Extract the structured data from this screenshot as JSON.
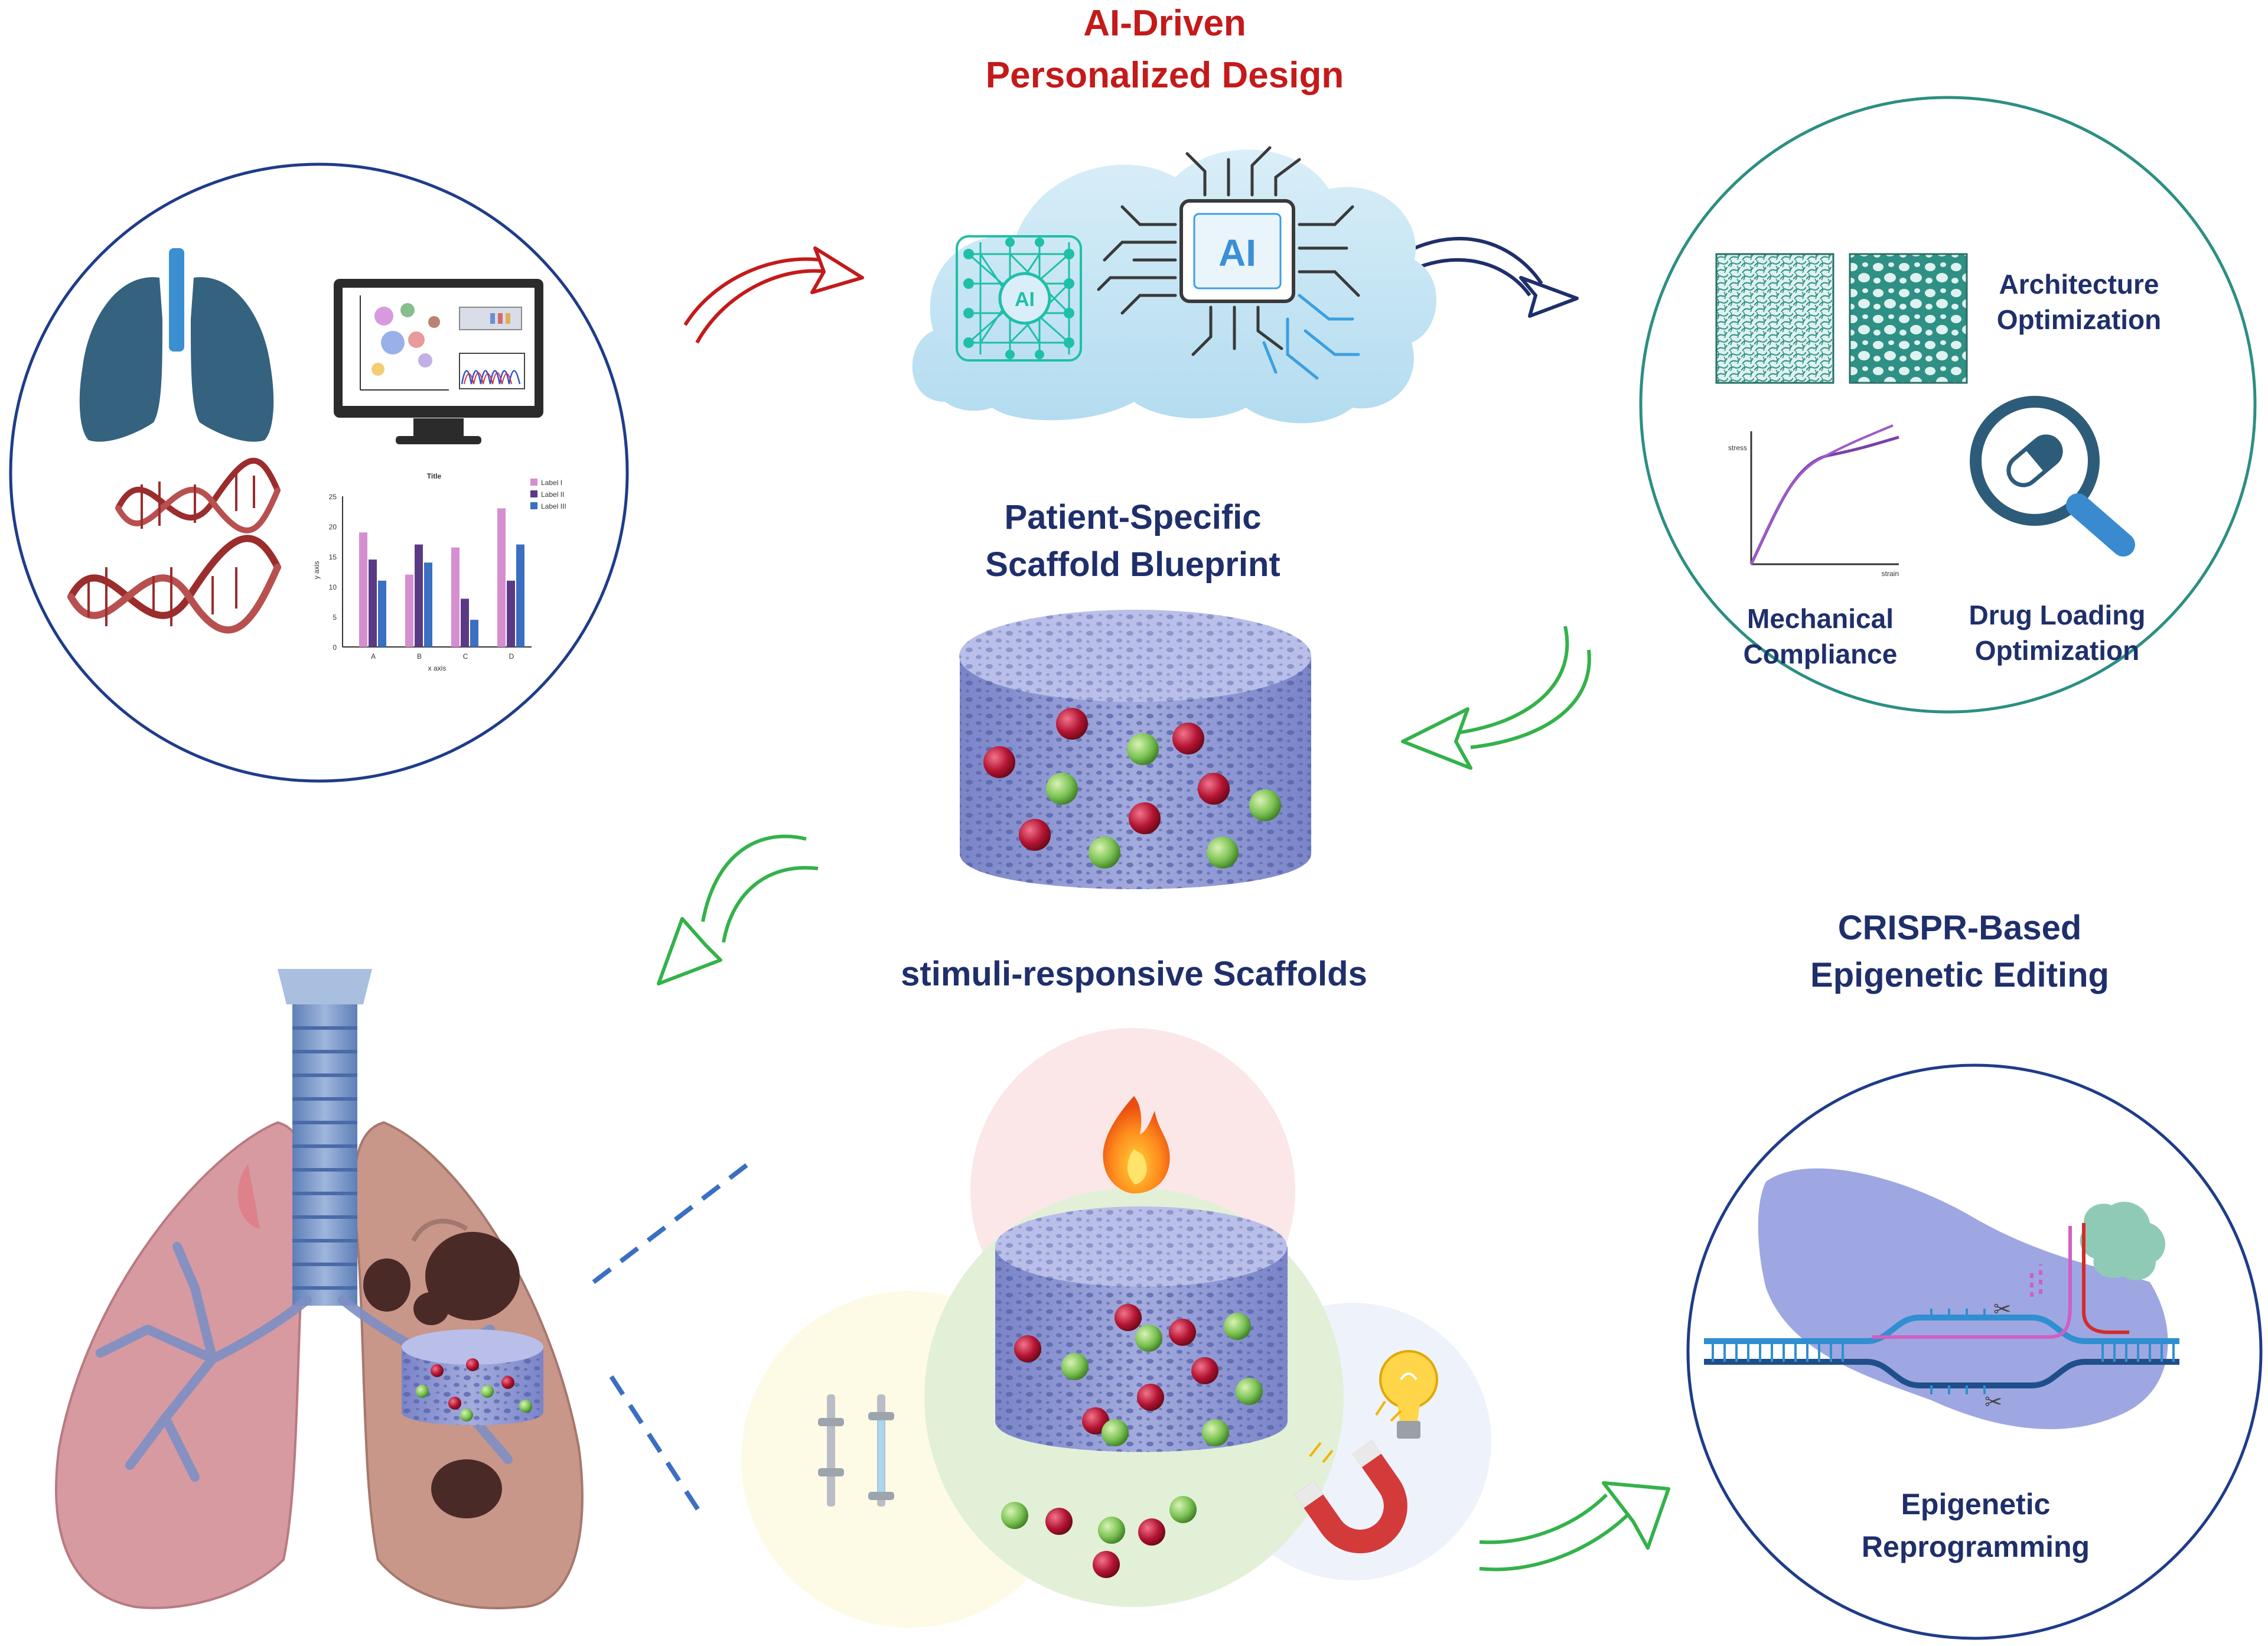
{
  "colors": {
    "navy": "#1f2f6b",
    "red_title": "#c41a1a",
    "teal": "#2b8f82",
    "green_arrow": "#33b24a",
    "scaffold_blue": "#8f98d6",
    "bead_red": "#b31432",
    "bead_green": "#7cc254",
    "lung_tissue": "#c9868c"
  },
  "titles": {
    "ai_line1": "AI-Driven",
    "ai_line2": "Personalized Design",
    "blueprint_line1": "Patient-Specific",
    "blueprint_line2": "Scaffold Blueprint",
    "stimuli": "stimuli-responsive Scaffolds",
    "crispr_line1": "CRISPR-Based",
    "crispr_line2": "Epigenetic Editing"
  },
  "ai_cloud": {
    "chip_label": "AI",
    "net_label": "AI"
  },
  "optimization": {
    "architecture_line1": "Architecture",
    "architecture_line2": "Optimization",
    "mechanical_line1": "Mechanical",
    "mechanical_line2": "Compliance",
    "drug_line1": "Drug Loading",
    "drug_line2": "Optimization",
    "stress_label": "stress",
    "strain_label": "strain"
  },
  "patient_data": {
    "chart_title": "Title",
    "legend": [
      "Label I",
      "Label II",
      "Label III"
    ],
    "y_ticks": [
      "25",
      "20",
      "15",
      "10",
      "5",
      "0"
    ],
    "x_ticks": [
      "A",
      "B",
      "C",
      "D"
    ],
    "y_label": "y axis",
    "x_label": "x axis"
  },
  "chart_data": {
    "type": "bar",
    "title": "Title",
    "xlabel": "x axis",
    "ylabel": "y axis",
    "ylim": [
      0,
      25
    ],
    "categories": [
      "A",
      "B",
      "C",
      "D"
    ],
    "series": [
      {
        "name": "Label I",
        "values": [
          19,
          12,
          16.5,
          23
        ]
      },
      {
        "name": "Label II",
        "values": [
          14.5,
          17,
          8,
          11
        ]
      },
      {
        "name": "Label III",
        "values": [
          11,
          14,
          4.5,
          17
        ]
      }
    ],
    "series_colors": [
      "#d58fd0",
      "#5a3a87",
      "#3a6fc2"
    ]
  },
  "epigenetic": {
    "line1": "Epigenetic",
    "line2": "Reprogramming"
  }
}
